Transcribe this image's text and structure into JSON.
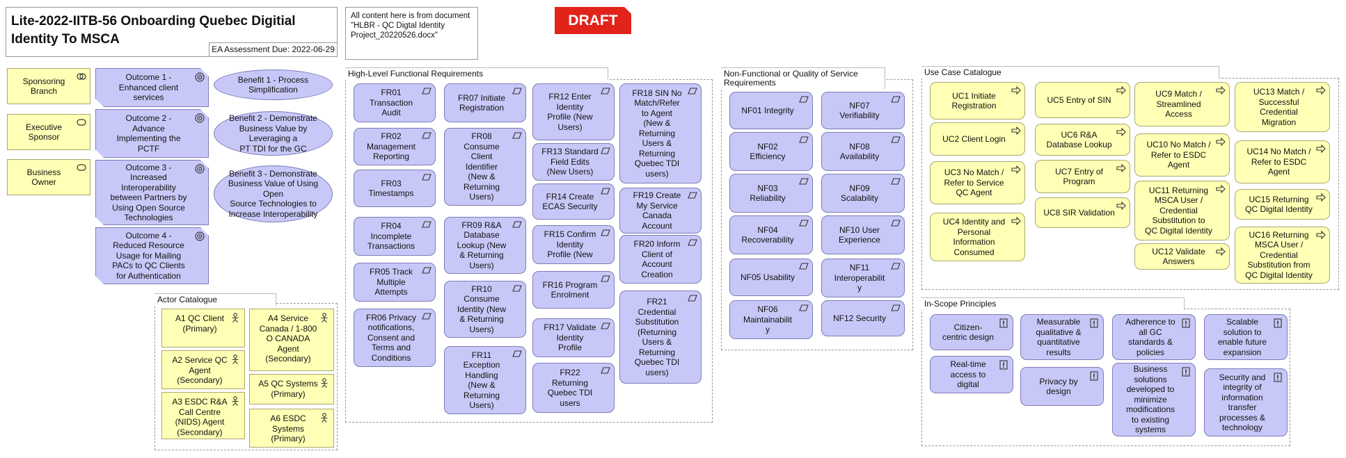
{
  "header": {
    "title": "Lite-2022-IITB-56 Onboarding Quebec Digitial\nIdentity To MSCA",
    "due": "EA Assessment Due: 2022-06-29",
    "note": "All content here is from document\n\"HLBR - QC Digtal Identity\nProject_20220526.docx\"",
    "draft": "DRAFT"
  },
  "colors": {
    "yellow": "#ffffb5",
    "purple": "#c8c8f8",
    "draft": "#e2231a"
  },
  "roles": [
    "Sponsoring\nBranch",
    "Executive\nSponsor",
    "Business\nOwner"
  ],
  "outcomes": [
    "Outcome 1 -\nEnhanced client\nservices",
    "Outcome 2 -\nAdvance\nImplementing the\nPCTF",
    "Outcome 3 -\nIncreased\nInteroperability\nbetween Partners by\nUsing Open Source\nTechnologies",
    "Outcome 4 -\nReduced Resource\nUsage for Mailing\nPACs to QC Clients\nfor Authentication"
  ],
  "benefits": [
    "Benefit 1 - Process\nSimplification",
    "Benefit 2 - Demonstrate\nBusiness Value by Leveraging a\nPT TDI for the GC",
    "Benefit 3 - Demonstrate\nBusiness Value of Using Open\nSource Technologies to\nIncrease Interoperability"
  ],
  "actor_catalogue": {
    "label": "Actor Catalogue",
    "items": [
      "A1 QC Client\n(Primary)",
      "A2 Service QC\nAgent\n(Secondary)",
      "A3 ESDC R&A\nCall Centre\n(NIDS) Agent\n(Secondary)",
      "A4 Service\nCanada / 1-800\nO CANADA\nAgent\n(Secondary)",
      "A5 QC Systems\n(Primary)",
      "A6 ESDC\nSystems\n(Primary)"
    ]
  },
  "hlfr": {
    "label": "High-Level Functional Requirements",
    "items": [
      "FR01\nTransaction\nAudit",
      "FR02\nManagement\nReporting",
      "FR03\nTimestamps",
      "FR04\nIncomplete\nTransactions",
      "FR05 Track\nMultiple\nAttempts",
      "FR06 Privacy\nnotifications,\nConsent and\nTerms and\nConditions",
      "FR07 Initiate\nRegistration",
      "FR08\nConsume\nClient\nIdentifier\n(New &\nReturning\nUsers)",
      "FR09 R&A\nDatabase\nLookup (New\n& Returning\nUsers)",
      "FR10\nConsume\nIdentity (New\n& Returning\nUsers)",
      "FR11\nException\nHandling\n(New &\nReturning\nUsers)",
      "FR12 Enter\nIdentity\nProfile (New\nUsers)",
      "FR13 Standard\nField Edits\n(New Users)",
      "FR14 Create\nECAS Security",
      "FR15 Confirm\nIdentity\nProfile (New",
      "FR16 Program\nEnrolment",
      "FR17 Validate\nIdentity\nProfile",
      "FR22\nReturning\nQuebec TDI\nusers",
      "FR18 SIN No\nMatch/Refer\nto Agent\n(New &\nReturning\nUsers &\nReturning\nQuebec TDI\nusers)",
      "FR19 Create\nMy Service\nCanada\nAccount",
      "FR20 Inform\nClient of\nAccount\nCreation",
      "FR21\nCredential\nSubstitution\n(Returning\nUsers &\nReturning\nQuebec TDI\nusers)"
    ]
  },
  "nfr": {
    "label": "Non-Functional or Quality of Service\nRequirements",
    "items": [
      "NF01 Integrity",
      "NF02\nEfficiency",
      "NF03\nReliability",
      "NF04\nRecoverability",
      "NF05 Usability",
      "NF06\nMaintainabilit\ny",
      "NF07\nVerifiability",
      "NF08\nAvailability",
      "NF09\nScalability",
      "NF10 User\nExperience",
      "NF11\nInteroperabilit\ny",
      "NF12 Security"
    ]
  },
  "use_cases": {
    "label": "Use Case Catalogue",
    "items": [
      "UC1 Initiate\nRegistration",
      "UC2 Client Login",
      "UC3 No Match /\nRefer to Service\nQC Agent",
      "UC4 Identity and\nPersonal\nInformation\nConsumed",
      "UC5 Entry of SIN",
      "UC6 R&A\nDatabase Lookup",
      "UC7 Entry of\nProgram",
      "UC8 SIR Validation",
      "UC9 Match /\nStreamlined\nAccess",
      "UC10 No Match /\nRefer to ESDC\nAgent",
      "UC11 Returning\nMSCA User /\nCredential\nSubstitution to\nQC Digital Identity",
      "UC12 Validate\nAnswers",
      "UC13 Match /\nSuccessful\nCredential\nMigration",
      "UC14 No Match /\nRefer to ESDC\nAgent",
      "UC15 Returning\nQC Digital Identity",
      "UC16 Returning\nMSCA User /\nCredential\nSubstitution from\nQC Digital Identity"
    ]
  },
  "principles": {
    "label": "In-Scope Principles",
    "items": [
      "Citizen-\ncentric design",
      "Real-time\naccess to\ndigital",
      "Measurable\nqualitative &\nquantitative\nresults",
      "Privacy by\ndesign",
      "Adherence to\nall GC\nstandards &\npolicies",
      "Business\nsolutions\ndeveloped to\nminimize\nmodifications\nto existing\nsystems",
      "Scalable\nsolution to\nenable future\nexpansion",
      "Security and\nintegrity of\ninformation\ntransfer\nprocesses &\ntechnology"
    ]
  }
}
